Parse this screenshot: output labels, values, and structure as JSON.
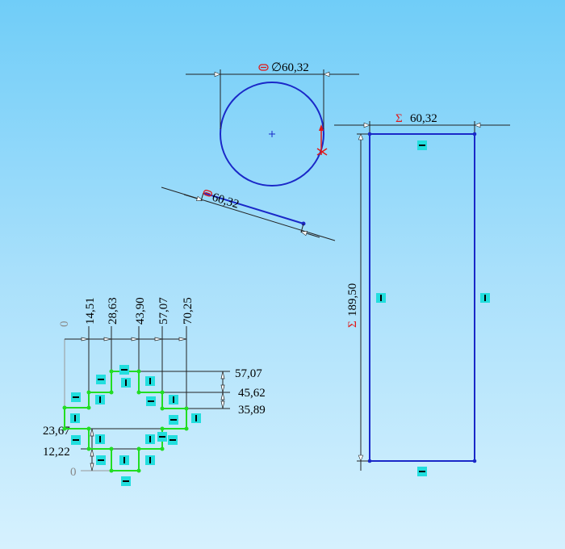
{
  "circle": {
    "dimension": {
      "symbol": "∅",
      "value": "60,32",
      "sym_icon": "chain-link-icon"
    }
  },
  "line": {
    "dimension": {
      "value": "60,32",
      "sym_icon": "chain-link-icon"
    }
  },
  "rectangle": {
    "width_dimension": {
      "symbol": "Σ",
      "value": "60,32"
    },
    "height_dimension": {
      "symbol": "Σ",
      "value": "189,50"
    }
  },
  "profile": {
    "x_dimensions": [
      "0",
      "14,51",
      "28,63",
      "43,90",
      "57,07",
      "70,25"
    ],
    "y_dimensions_right": [
      "57,07",
      "45,62",
      "35,89"
    ],
    "y_dimensions_left": [
      "23,67",
      "12,22",
      "0"
    ]
  },
  "colors": {
    "sketch": "#1a28c8",
    "profile": "#22dd22",
    "constraint_badge": "#22dede",
    "dimension_symbol": "#e01818"
  }
}
